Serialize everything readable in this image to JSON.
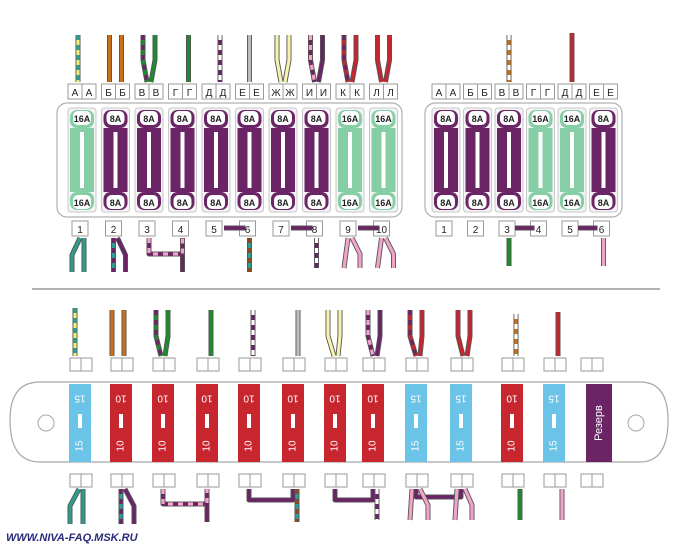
{
  "colors": {
    "purple": "#6b2466",
    "green16": "#86cfa6",
    "red10": "#c7262e",
    "blue15": "#6cc3e8",
    "orange": "#c8711a",
    "yellow": "#f2f07a",
    "pale_yellow": "#f6f2b0",
    "darkgreen": "#1e8c2e",
    "teal": "#2e9c8e",
    "pink": "#f2a4c8",
    "gray": "#bcbcbc",
    "brown": "#8a4a20"
  },
  "top_left_block": {
    "letter_pairs": [
      [
        "А",
        "А"
      ],
      [
        "Б",
        "Б"
      ],
      [
        "В",
        "В"
      ],
      [
        "Г",
        "Г"
      ],
      [
        "Д",
        "Д"
      ],
      [
        "Е",
        "Е"
      ],
      [
        "Ж",
        "Ж"
      ],
      [
        "И",
        "И"
      ],
      [
        "К",
        "К"
      ],
      [
        "Л",
        "Л"
      ]
    ],
    "fuses": [
      {
        "rating": "16А",
        "color": "green"
      },
      {
        "rating": "8А",
        "color": "purple"
      },
      {
        "rating": "8А",
        "color": "purple"
      },
      {
        "rating": "8А",
        "color": "purple"
      },
      {
        "rating": "8А",
        "color": "purple"
      },
      {
        "rating": "8А",
        "color": "purple"
      },
      {
        "rating": "8А",
        "color": "purple"
      },
      {
        "rating": "8А",
        "color": "purple"
      },
      {
        "rating": "16А",
        "color": "green"
      },
      {
        "rating": "16А",
        "color": "green"
      }
    ],
    "numbers": [
      "1",
      "2",
      "3",
      "4",
      "5",
      "6",
      "7",
      "8",
      "9",
      "10"
    ]
  },
  "top_right_block": {
    "letter_pairs": [
      [
        "А",
        "А"
      ],
      [
        "Б",
        "Б"
      ],
      [
        "В",
        "В"
      ],
      [
        "Г",
        "Г"
      ],
      [
        "Д",
        "Д"
      ],
      [
        "Е",
        "Е"
      ]
    ],
    "fuses": [
      {
        "rating": "8А",
        "color": "purple"
      },
      {
        "rating": "8А",
        "color": "purple"
      },
      {
        "rating": "8А",
        "color": "purple"
      },
      {
        "rating": "16А",
        "color": "green"
      },
      {
        "rating": "16А",
        "color": "green"
      },
      {
        "rating": "8А",
        "color": "purple"
      }
    ],
    "numbers": [
      "1",
      "2",
      "3",
      "4",
      "5",
      "6"
    ]
  },
  "bottom_block": {
    "fuses": [
      {
        "top": "15",
        "bottom": "15",
        "color": "blue"
      },
      {
        "top": "10",
        "bottom": "10",
        "color": "red"
      },
      {
        "top": "10",
        "bottom": "10",
        "color": "red"
      },
      {
        "top": "10",
        "bottom": "10",
        "color": "red"
      },
      {
        "top": "10",
        "bottom": "10",
        "color": "red"
      },
      {
        "top": "10",
        "bottom": "10",
        "color": "red"
      },
      {
        "top": "10",
        "bottom": "10",
        "color": "red"
      },
      {
        "top": "10",
        "bottom": "10",
        "color": "red"
      },
      {
        "top": "15",
        "bottom": "15",
        "color": "blue"
      },
      {
        "top": "15",
        "bottom": "15",
        "color": "blue"
      },
      {
        "top": "10",
        "bottom": "10",
        "color": "red"
      },
      {
        "top": "15",
        "bottom": "15",
        "color": "blue"
      }
    ],
    "reserve_label": "Резерв"
  },
  "footer": {
    "site": "WWW.NIVA-FAQ.MSK.RU"
  }
}
